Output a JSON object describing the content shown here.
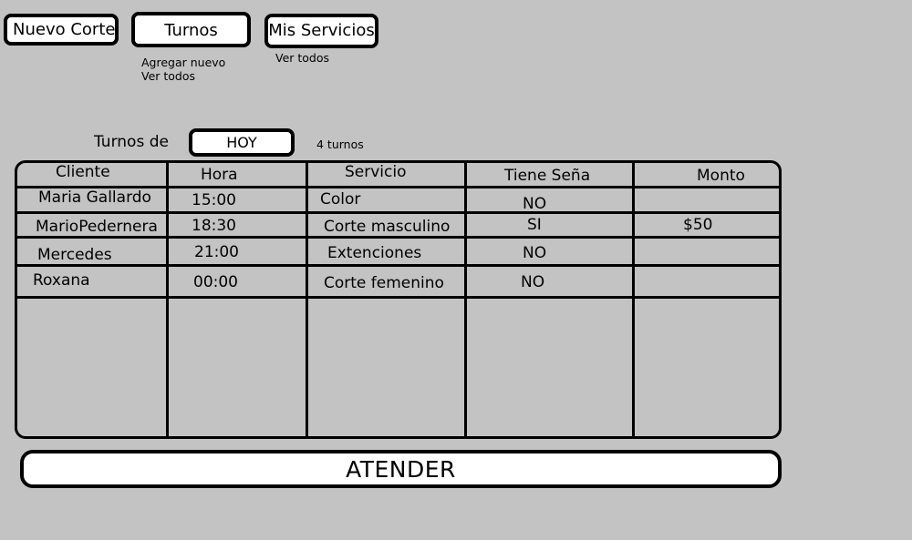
{
  "nav": {
    "nuevo_corte": "Nuevo Corte",
    "turnos": "Turnos",
    "turnos_sub": [
      "Agregar nuevo",
      "Ver todos"
    ],
    "mis_servicios": "Mis Servicios",
    "mis_servicios_sub": [
      "Ver todos"
    ]
  },
  "filter": {
    "label": "Turnos de",
    "day": "HOY",
    "count": "4 turnos"
  },
  "table": {
    "headers": [
      "Cliente",
      "Hora",
      "Servicio",
      "Tiene Seña",
      "Monto"
    ],
    "rows": [
      [
        "Maria Gallardo",
        "15:00",
        "Color",
        "NO",
        ""
      ],
      [
        "MarioPedernera",
        "18:30",
        "Corte masculino",
        "SI",
        "$50"
      ],
      [
        "Mercedes",
        "21:00",
        "Extenciones",
        "NO",
        ""
      ],
      [
        "Roxana",
        "00:00",
        "Corte femenino",
        "NO",
        ""
      ]
    ]
  },
  "actions": {
    "atender": "ATENDER"
  }
}
